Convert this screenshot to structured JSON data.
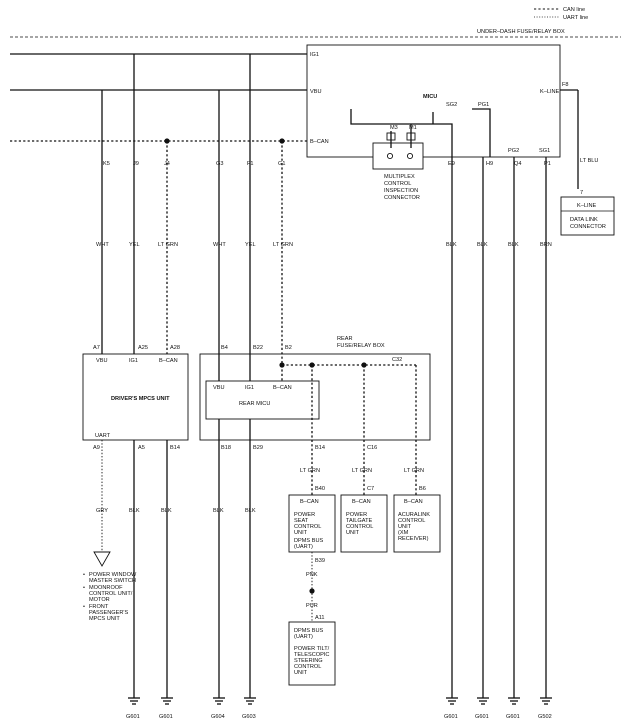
{
  "legend": {
    "can_line": "CAN line",
    "uart_line": "UART line"
  },
  "fuse_box": "UNDER–DASH FUSE/RELAY BOX",
  "micu": {
    "title": "MICU",
    "ig1": "IG1",
    "vbu": "VBU",
    "bcan": "B–CAN",
    "kline": "K–LINE",
    "sg2": "SG2",
    "pg1": "PG1",
    "pg2": "PG2",
    "sg1": "SG1",
    "m3": "M3",
    "m1": "M1",
    "f8": "F8",
    "pin_k5": "K5",
    "pin_j9": "J9",
    "pin_j4": "J4",
    "pin_g3": "G3",
    "pin_f1": "F1",
    "pin_g1": "G1",
    "pin_e9": "E9",
    "pin_h9": "H9",
    "pin_q4": "Q4",
    "pin_p1": "P1"
  },
  "mpx": {
    "line1": "MULTIPLEX",
    "line2": "CONTROL",
    "line3": "INSPECTION",
    "line4": "CONNECTOR"
  },
  "dlc": {
    "wire": "LT BLU",
    "pin": "7",
    "kline": "K–LINE",
    "line1": "DATA LINK",
    "line2": "CONNECTOR"
  },
  "wires": {
    "wht": "WHT",
    "yel": "YEL",
    "ltgrn": "LT GRN",
    "blk": "BLK",
    "brn": "BRN",
    "gry": "GRY",
    "pnk": "PNK",
    "pur": "PUR"
  },
  "driver": {
    "title": "DRIVER'S MPCS UNIT",
    "vbu": "VBU",
    "ig1": "IG1",
    "bcan": "B–CAN",
    "uart": "UART",
    "a7": "A7",
    "a25": "A25",
    "a28": "A28",
    "a9": "A9",
    "a5": "A5",
    "b14": "B14"
  },
  "rear_box": {
    "line1": "REAR",
    "line2": "FUSE/RELAY BOX",
    "b4": "B4",
    "b22": "B22",
    "b2": "B2",
    "c32": "C32",
    "b18": "B18",
    "b29": "B29"
  },
  "rear_micu": {
    "title": "REAR MICU",
    "vbu": "VBU",
    "ig1": "IG1",
    "bcan": "B–CAN"
  },
  "pins_lower": {
    "b14": "B14",
    "c16": "C16",
    "b40": "B40",
    "c7": "C7",
    "b6": "B6",
    "b39": "B39",
    "a11": "A11"
  },
  "power_seat": {
    "bcan": "B–CAN",
    "l1": "POWER",
    "l2": "SEAT",
    "l3": "CONTROL",
    "l4": "UNIT",
    "l5": "DPMS BUS",
    "l6": "(UART)"
  },
  "tailgate": {
    "bcan": "B–CAN",
    "l1": "POWER",
    "l2": "TAILGATE",
    "l3": "CONTROL",
    "l4": "UNIT"
  },
  "acuralink": {
    "bcan": "B–CAN",
    "l1": "ACURALINK",
    "l2": "CONTROL",
    "l3": "UNIT",
    "l4": "(XM",
    "l5": "RECEIVER)"
  },
  "steering": {
    "l1": "DPMS BUS",
    "l2": "(UART)",
    "l3": "POWER TILT/",
    "l4": "TELESCOPIC",
    "l5": "STEERING",
    "l6": "CONTROL",
    "l7": "UNIT"
  },
  "uart_targets": [
    "POWER WINDOW",
    "MASTER SWITCH",
    "MOONROOF",
    "CONTROL UNIT/",
    "MOTOR",
    "FRONT",
    "PASSENGER'S",
    "MPCS UNIT"
  ],
  "grounds": {
    "g1": "G601",
    "g2": "G601",
    "g3": "G604",
    "g4": "G603",
    "g5": "G601",
    "g6": "G601",
    "g7": "G601",
    "g8": "G502"
  }
}
